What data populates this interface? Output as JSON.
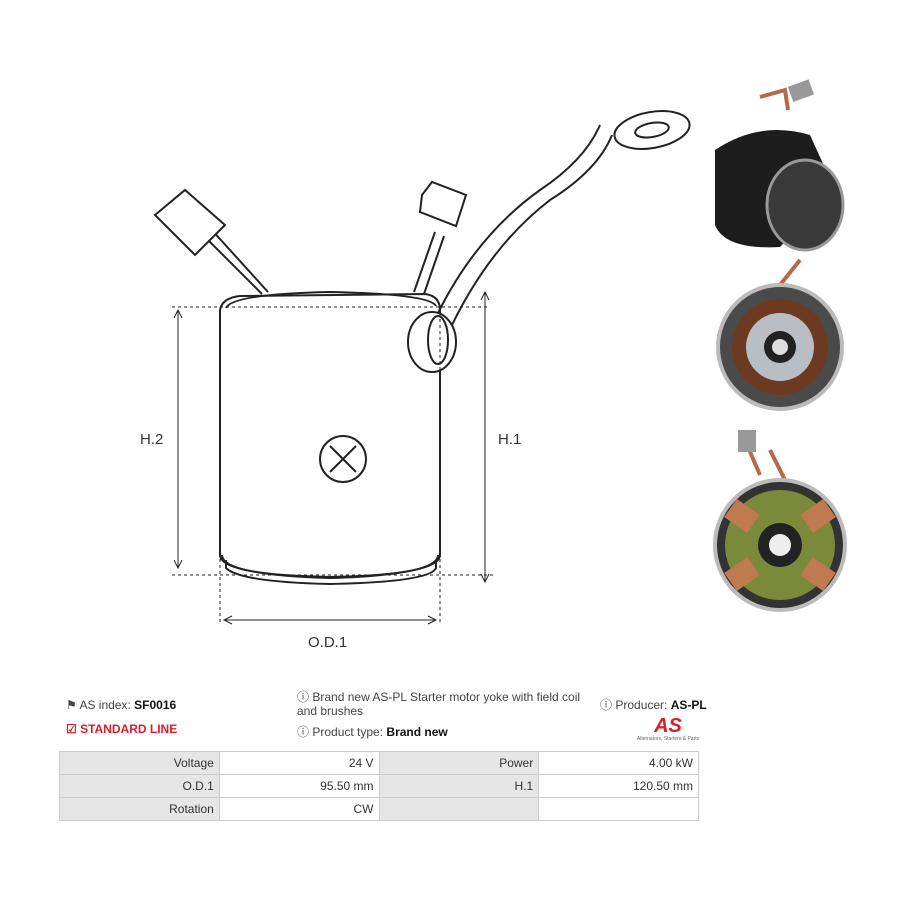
{
  "drawing": {
    "h2": "H.2",
    "h1": "H.1",
    "od1": "O.D.1"
  },
  "info": {
    "as_index_label": "AS index:",
    "as_index_value": "SF0016",
    "line": "STANDARD LINE",
    "description": "Brand new AS-PL Starter motor yoke with field coil and brushes",
    "product_type_label": "Product type:",
    "product_type_value": "Brand new",
    "producer_label": "Producer:",
    "producer_value": "AS-PL",
    "logo_text": "AS",
    "logo_tagline": "Alternators, Starters & Parts"
  },
  "specs": [
    {
      "k1": "Voltage",
      "v1": "24 V",
      "k2": "Power",
      "v2": "4.00 kW"
    },
    {
      "k1": "O.D.1",
      "v1": "95.50 mm",
      "k2": "H.1",
      "v2": "120.50 mm"
    },
    {
      "k1": "Rotation",
      "v1": "CW",
      "k2": "",
      "v2": ""
    }
  ],
  "colors": {
    "accent": "#d4202a"
  }
}
